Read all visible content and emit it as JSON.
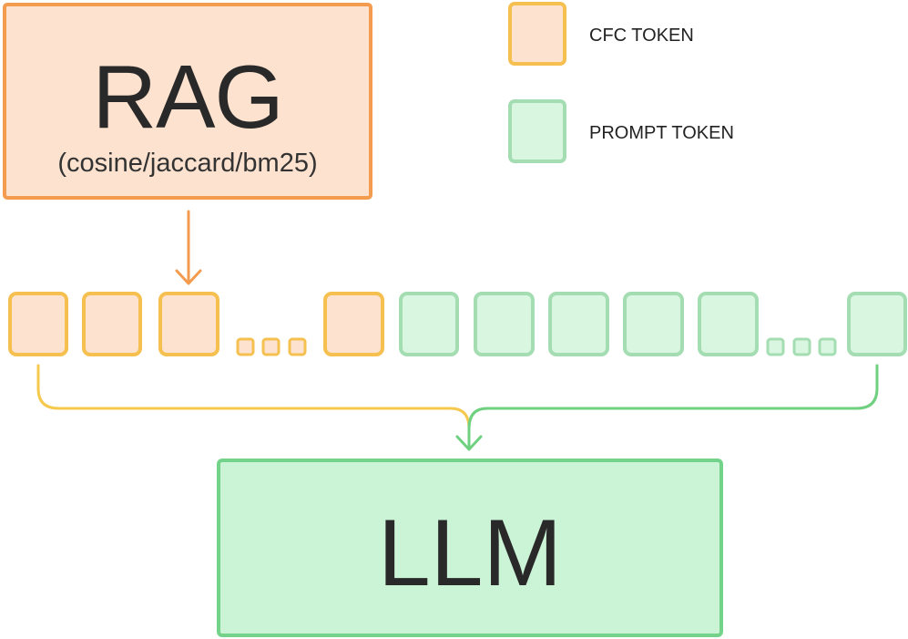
{
  "rag": {
    "title": "RAG",
    "subtitle": "(cosine/jaccard/bm25)"
  },
  "legend": {
    "cfc_label": "CFC TOKEN",
    "prompt_label": "PROMPT TOKEN"
  },
  "llm": {
    "title": "LLM"
  },
  "colors": {
    "cfc_fill": "#fde2cf",
    "cfc_border": "#f5c04f",
    "prompt_fill": "#d9f6e0",
    "prompt_border": "#a5ddb3",
    "rag_border": "#f39b4e",
    "llm_border": "#74d38b",
    "cfc_line": "#f5c84e",
    "prompt_line": "#6fd07f",
    "arrow_orange": "#f39b4e"
  },
  "sequence": {
    "cfc_tokens_before_ellipsis": 3,
    "cfc_tokens_after_ellipsis": 1,
    "prompt_tokens_before_ellipsis": 5,
    "prompt_tokens_after_ellipsis": 1,
    "ellipsis_dots": 3
  }
}
